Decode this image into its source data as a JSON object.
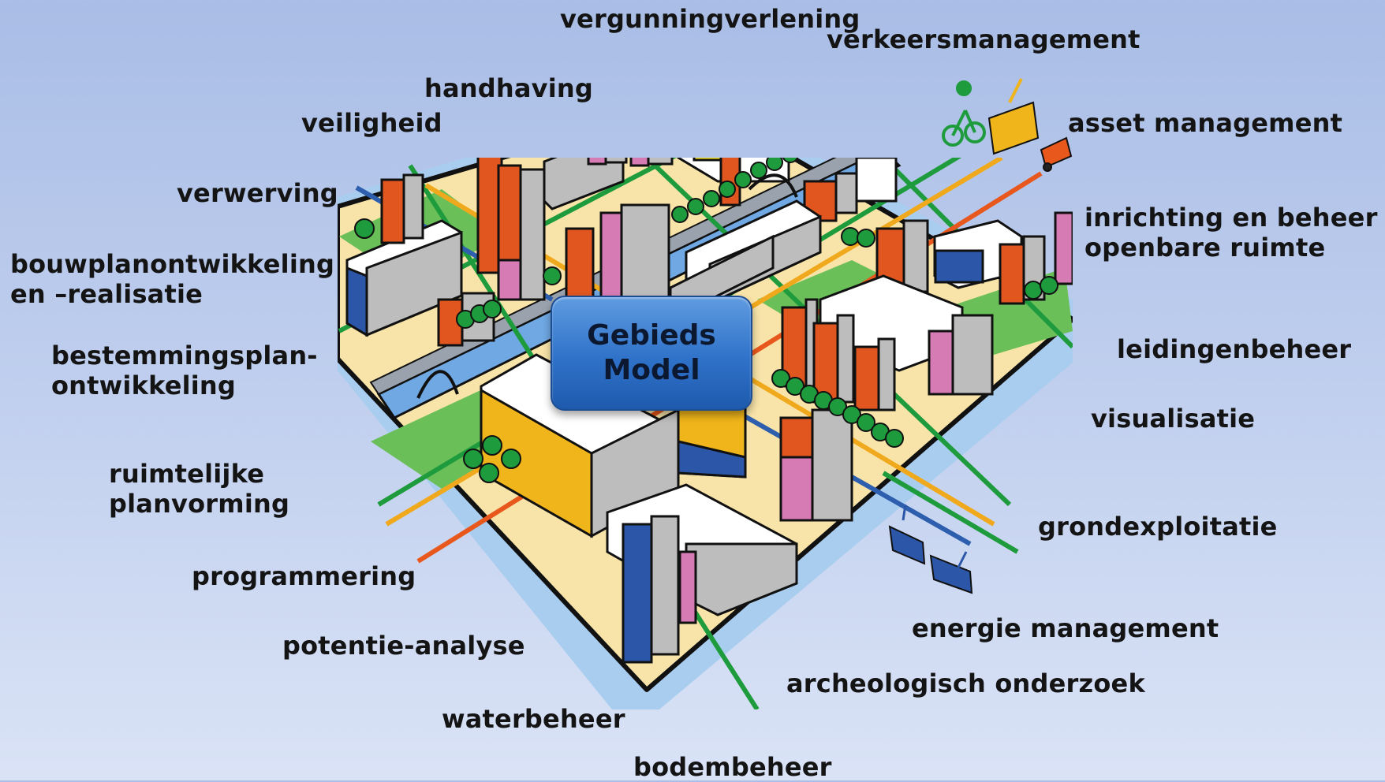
{
  "center": {
    "line1": "Gebieds",
    "line2": "Model"
  },
  "labels": {
    "vergunningverlening": "vergunningverlening",
    "verkeersmanagement": "verkeersmanagement",
    "handhaving": "handhaving",
    "veiligheid": "veiligheid",
    "asset_management": "asset management",
    "verwerving": "verwerving",
    "inrichting_1": "inrichting en beheer",
    "inrichting_2": "openbare ruimte",
    "bouwplan_1": "bouwplanontwikkeling",
    "bouwplan_2": "en –realisatie",
    "leidingenbeheer": "leidingenbeheer",
    "bestemming_1": "bestemmingsplan-",
    "bestemming_2": "ontwikkeling",
    "visualisatie": "visualisatie",
    "ruimtelijke_1": "ruimtelijke",
    "ruimtelijke_2": "planvorming",
    "grondexploitatie": "grondexploitatie",
    "programmering": "programmering",
    "energie_management": "energie management",
    "potentie_analyse": "potentie-analyse",
    "archeologisch_onderzoek": "archeologisch onderzoek",
    "waterbeheer": "waterbeheer",
    "bodembeheer": "bodembeheer"
  },
  "colors": {
    "ground": "#f8e4a8",
    "water": "#a9cdef",
    "park": "#6bbf59",
    "building_orange": "#e0561e",
    "building_pink": "#d77bb5",
    "building_blue": "#2c57a8",
    "building_yellow": "#f0b51a",
    "line_green": "#1e9b3c",
    "line_yellow": "#f0a91c",
    "line_orange": "#e8571c",
    "line_blue": "#2d5fae",
    "center_button": "#2f72c9"
  }
}
